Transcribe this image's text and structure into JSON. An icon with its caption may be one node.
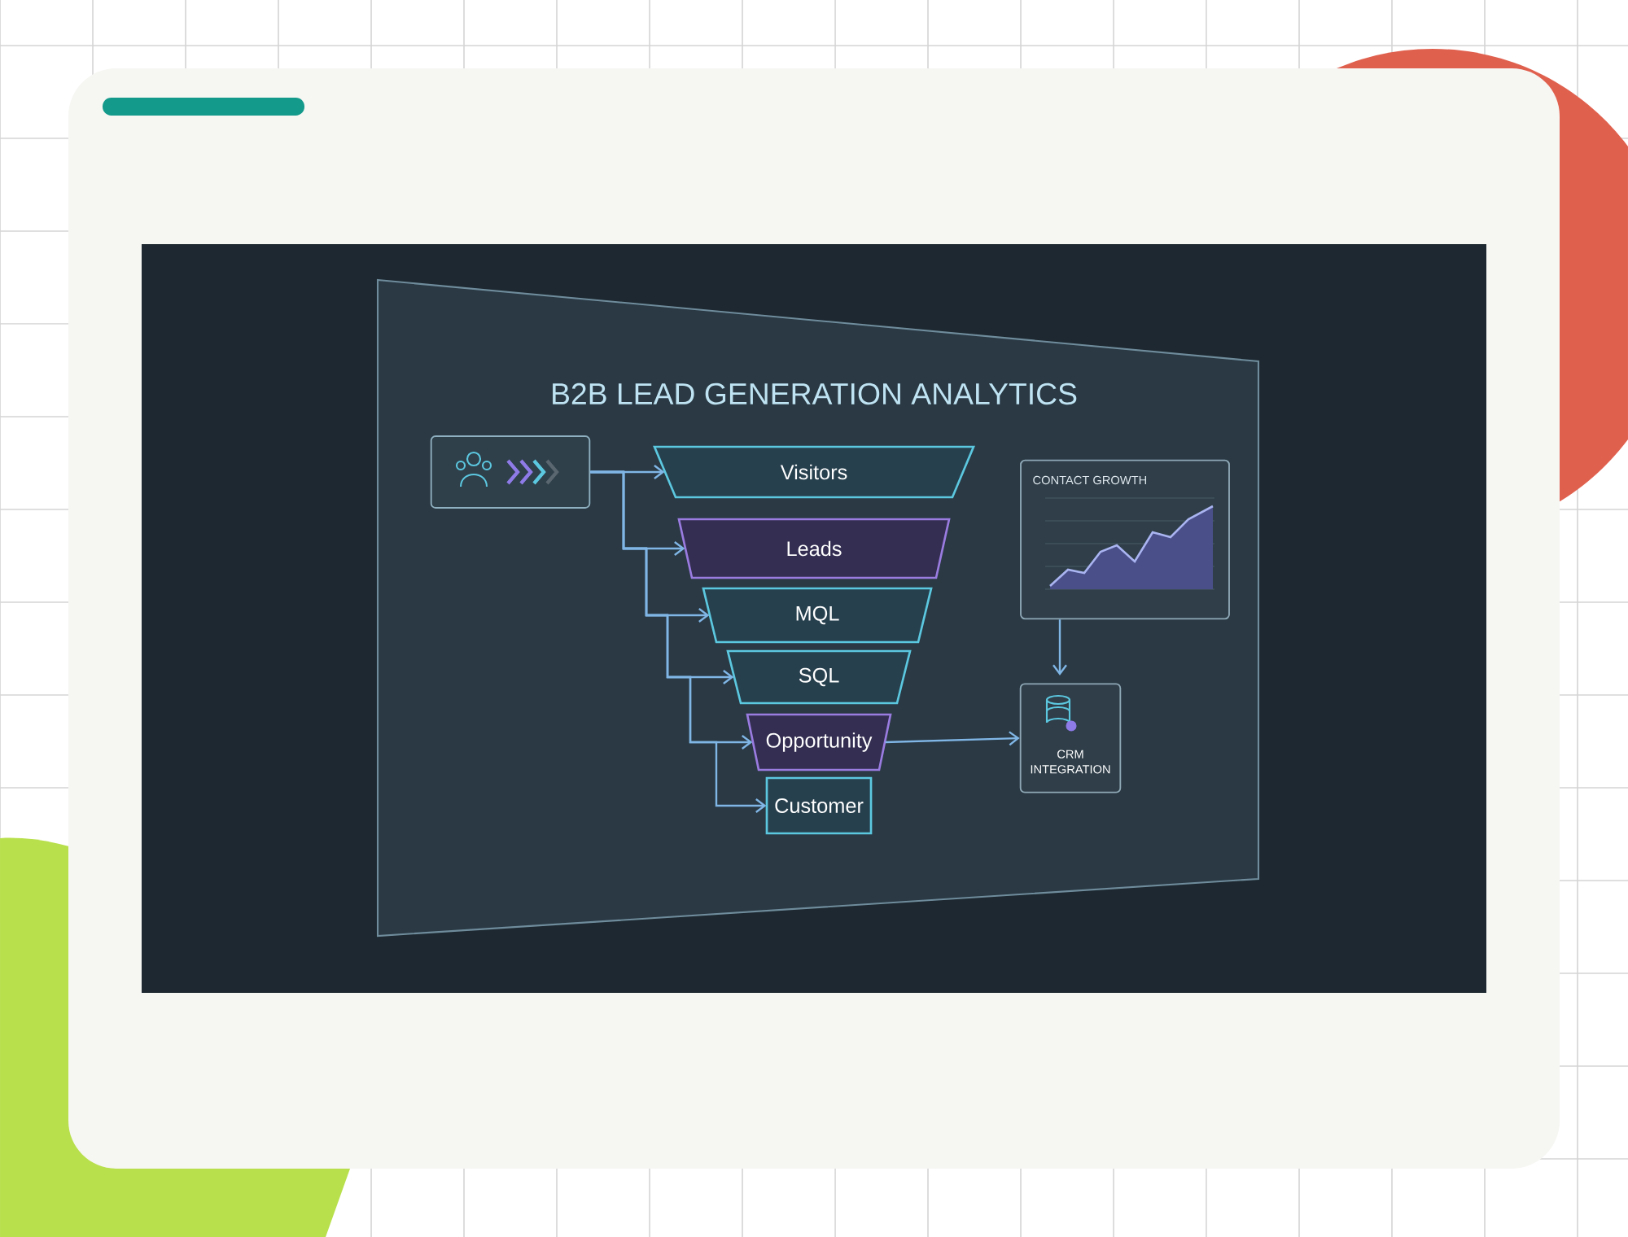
{
  "diagram": {
    "title": "B2B LEAD GENERATION ANALYTICS",
    "nodes": [
      {
        "text": [],
        "shape": "box"
      },
      {
        "text": [
          "Visitors"
        ]
      },
      {
        "text": [
          "Leads"
        ]
      },
      {
        "text": [
          "MQL"
        ]
      },
      {
        "text": [
          "SQL"
        ]
      },
      {
        "text": [
          "Opportunity"
        ]
      },
      {
        "text": [
          "Customer"
        ]
      },
      {
        "text": [
          "CONTACT GROWTH"
        ]
      },
      {
        "text": [
          "CRM INTEGRATION"
        ]
      }
    ],
    "edges": [
      {
        "from": 0,
        "to": 1,
        "arrow": "to"
      },
      {
        "from": 0,
        "to": 2,
        "arrow": "to"
      },
      {
        "from": 0,
        "to": 3,
        "arrow": "to"
      },
      {
        "from": 0,
        "to": 4,
        "arrow": "to"
      },
      {
        "from": 0,
        "to": 5,
        "arrow": "to"
      },
      {
        "from": 0,
        "to": 6,
        "arrow": "to"
      },
      {
        "from": 5,
        "to": 8,
        "arrow": "to"
      },
      {
        "from": 7,
        "to": 8,
        "arrow": "to"
      }
    ]
  }
}
